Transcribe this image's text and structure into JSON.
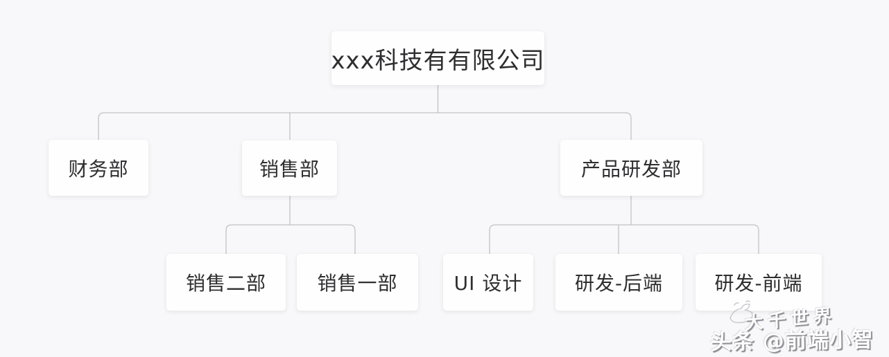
{
  "page": {
    "background_color": "#f8f8fa"
  },
  "org_chart": {
    "root": {
      "label": "xxx科技有有限公司"
    },
    "departments": [
      {
        "label": "财务部",
        "children": []
      },
      {
        "label": "销售部",
        "children": [
          {
            "label": "销售二部"
          },
          {
            "label": "销售一部"
          }
        ]
      },
      {
        "label": "产品研发部",
        "children": [
          {
            "label": "UI 设计"
          },
          {
            "label": "研发-后端"
          },
          {
            "label": "研发-前端"
          }
        ]
      }
    ]
  },
  "watermark": {
    "brand": "大千世界",
    "credit": "头条 @前端小智"
  },
  "colors": {
    "node_background": "#fefefe",
    "node_text": "#2e2e30",
    "connector_line": "#c2c2c6",
    "canvas_background": "#f8f8fa",
    "watermark_shadow": "#78787d"
  }
}
